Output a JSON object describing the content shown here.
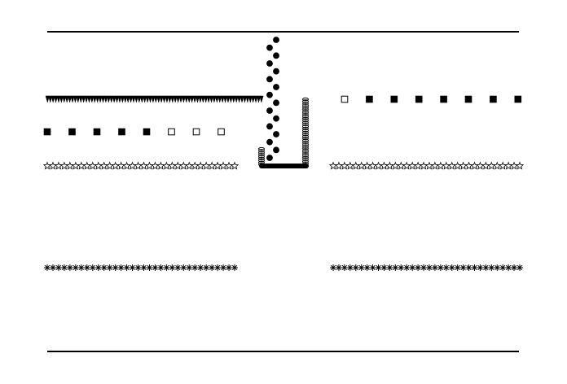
{
  "colors": {
    "ink": "#000000",
    "paper": "#ffffff"
  },
  "decor": {
    "top_rule": "horizontal-rule",
    "bottom_rule": "horizontal-rule",
    "triangle_row": {
      "shape": "triangle-down",
      "count": 78
    },
    "square_row_left": {
      "shape": "square",
      "filled": [
        true,
        true,
        true,
        true,
        true,
        false,
        false,
        false
      ]
    },
    "square_row_right": {
      "shape": "square",
      "filled": [
        false,
        true,
        true,
        true,
        true,
        true,
        true,
        true
      ]
    },
    "star_outline_row_left": {
      "shape": "star-outline",
      "count": 34
    },
    "star_outline_row_right": {
      "shape": "star-outline",
      "count": 34
    },
    "asterisk_row_left": {
      "shape": "asterisk",
      "count": 34
    },
    "asterisk_row_right": {
      "shape": "asterisk",
      "count": 34
    },
    "dot_column": {
      "shape": "filled-circle",
      "count": 16
    },
    "u_shape": {
      "shape": "coiled-u-bracket"
    }
  }
}
